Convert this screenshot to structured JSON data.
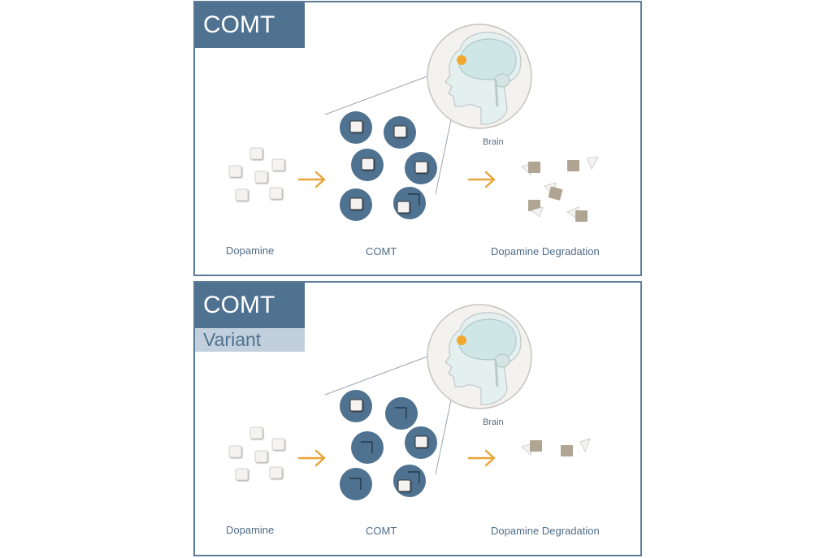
{
  "panels": [
    {
      "title": "COMT",
      "subtitle": "",
      "brain_label": "Brain",
      "labels": {
        "dopamine": "Dopamine",
        "enzyme": "COMT",
        "degradation": "Dopamine Degradation"
      }
    },
    {
      "title": "COMT",
      "subtitle": "Variant",
      "brain_label": "Brain",
      "labels": {
        "dopamine": "Dopamine",
        "enzyme": "COMT",
        "degradation": "Dopamine Degradation"
      }
    }
  ],
  "colors": {
    "frame": "#5b7c99",
    "title_bg": "#4f7290",
    "subtitle_bg": "#c2d0dd",
    "enzyme": "#4f7290",
    "arrow": "#e8a53c",
    "brain_dot": "#f0a830",
    "degraded": "#b0a592",
    "label": "#4f6c86"
  }
}
